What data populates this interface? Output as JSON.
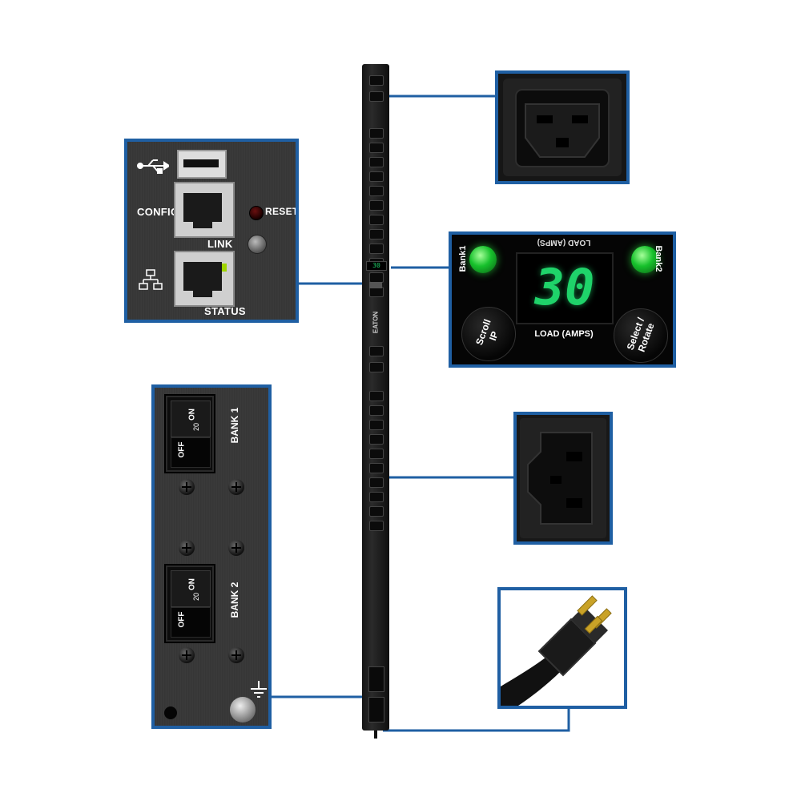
{
  "network_panel": {
    "config_label": "CONFIG",
    "reset_label": "RESET",
    "link_label": "LINK",
    "status_label": "STATUS",
    "icons": [
      "usb-icon",
      "network-icon"
    ]
  },
  "display_panel": {
    "bank1_label": "Bank1",
    "bank2_label": "Bank2",
    "load_top_label": "LOAD (AMPS)",
    "load_value": "30",
    "load_label": "LOAD (AMPS)",
    "scroll_button": "Scroll IP",
    "select_button": "Select / Rotate"
  },
  "breaker_panel": {
    "bank1_label": "BANK 1",
    "bank2_label": "BANK 2",
    "on_label": "ON",
    "off_label": "OFF",
    "rating": "20",
    "icons": [
      "ground-icon"
    ]
  },
  "pdu": {
    "brand": "EATON",
    "mini_display": "30"
  },
  "colors": {
    "frame_blue": "#1f5fa3",
    "led_green": "#17c12c",
    "digit_green": "#1fd36a"
  }
}
